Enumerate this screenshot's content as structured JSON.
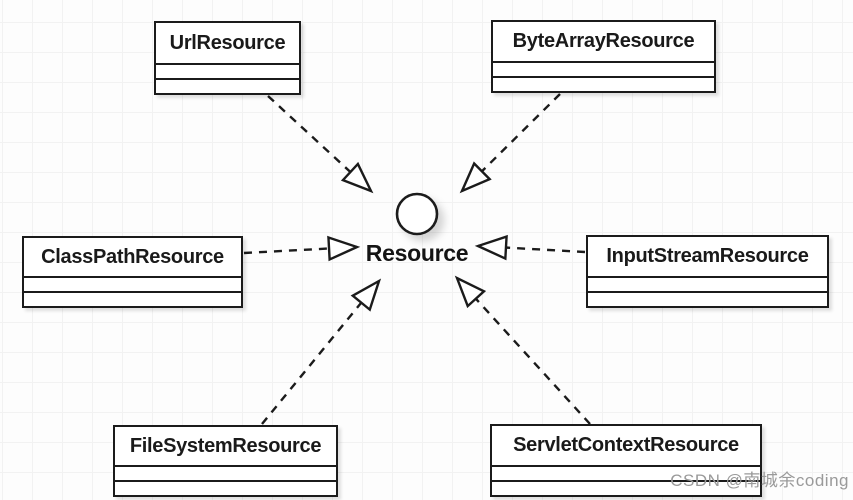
{
  "diagram": {
    "type": "uml-class-diagram",
    "interface": {
      "name": "Resource",
      "notation": "lollipop-circle"
    },
    "classes": [
      {
        "name": "UrlResource",
        "position": "top-left"
      },
      {
        "name": "ByteArrayResource",
        "position": "top-right"
      },
      {
        "name": "ClassPathResource",
        "position": "middle-left"
      },
      {
        "name": "InputStreamResource",
        "position": "middle-right"
      },
      {
        "name": "FileSystemResource",
        "position": "bottom-left"
      },
      {
        "name": "ServletContextResource",
        "position": "bottom-right"
      }
    ],
    "relations": [
      {
        "from": "UrlResource",
        "to": "Resource",
        "type": "dashed-realization"
      },
      {
        "from": "ByteArrayResource",
        "to": "Resource",
        "type": "dashed-realization"
      },
      {
        "from": "ClassPathResource",
        "to": "Resource",
        "type": "dashed-realization"
      },
      {
        "from": "InputStreamResource",
        "to": "Resource",
        "type": "dashed-realization"
      },
      {
        "from": "FileSystemResource",
        "to": "Resource",
        "type": "dashed-realization"
      },
      {
        "from": "ServletContextResource",
        "to": "Resource",
        "type": "dashed-realization"
      }
    ],
    "colors": {
      "stroke": "#1b1b1b",
      "box_fill": "#ffffff",
      "grid": "#f2f2f2",
      "watermark": "#9a9a9a"
    }
  },
  "watermark": {
    "text": "CSDN @南城余coding"
  }
}
